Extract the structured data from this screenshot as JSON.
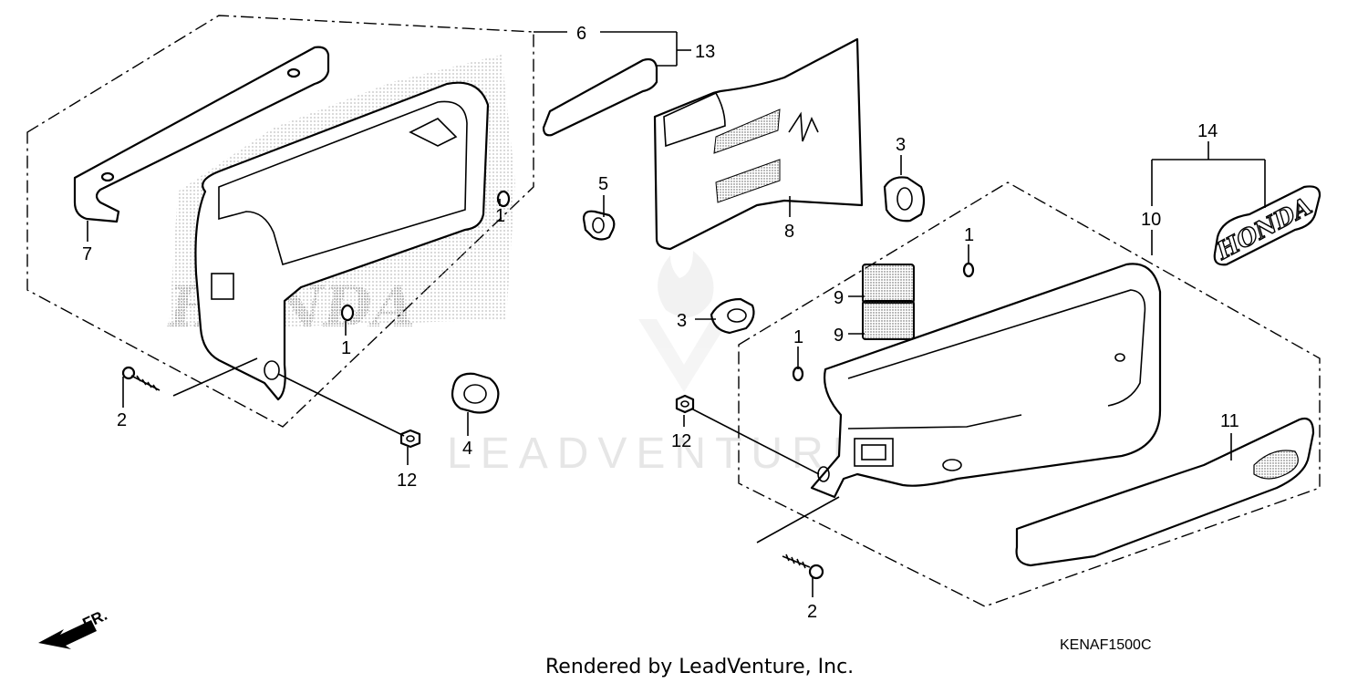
{
  "callouts": [
    {
      "id": "c6",
      "text": "6"
    },
    {
      "id": "c13",
      "text": "13"
    },
    {
      "id": "c7",
      "text": "7"
    },
    {
      "id": "c1a",
      "text": "1"
    },
    {
      "id": "c1b",
      "text": "1"
    },
    {
      "id": "c2a",
      "text": "2"
    },
    {
      "id": "c12a",
      "text": "12"
    },
    {
      "id": "c4",
      "text": "4"
    },
    {
      "id": "c5",
      "text": "5"
    },
    {
      "id": "c8",
      "text": "8"
    },
    {
      "id": "c3a",
      "text": "3"
    },
    {
      "id": "c3b",
      "text": "3"
    },
    {
      "id": "c9a",
      "text": "9"
    },
    {
      "id": "c9b",
      "text": "9"
    },
    {
      "id": "c1c",
      "text": "1"
    },
    {
      "id": "c1d",
      "text": "1"
    },
    {
      "id": "c12b",
      "text": "12"
    },
    {
      "id": "c2b",
      "text": "2"
    },
    {
      "id": "c14",
      "text": "14"
    },
    {
      "id": "c10",
      "text": "10"
    },
    {
      "id": "c11",
      "text": "11"
    }
  ],
  "emblem_text": "HONDA",
  "watermark": "LEADVENTURE",
  "diagram_code": "KENAF1500C",
  "direction_label": "FR.",
  "credit": "Rendered by LeadVenture, Inc.",
  "colors": {
    "line": "#000000",
    "watermark": "#e6e6e6",
    "stipple": "#9a9a9a"
  }
}
